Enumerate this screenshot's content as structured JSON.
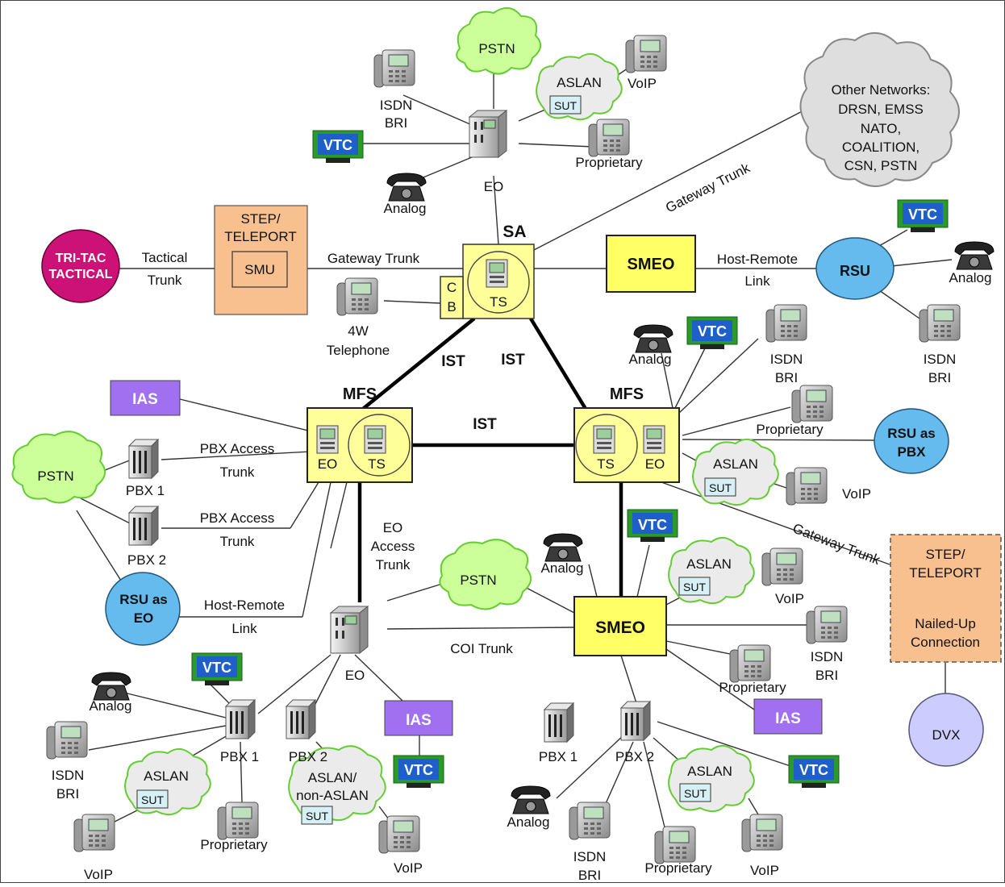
{
  "colors": {
    "cloud": "#ccff99",
    "cloud_stroke": "#66cc33",
    "gray_cloud": "#dedede",
    "yellow_box": "#ffff99",
    "orange_box": "#f9c08f",
    "vtc_screen": "#1f5fc9",
    "vtc_frame": "#2a9a2a",
    "ias": "#a070f0",
    "rsu": "#66bbee",
    "tritac": "#cc1177",
    "dvx": "#ccccff"
  },
  "nodes": {
    "sa_label": "SA",
    "sa_ts": "TS",
    "sa_c": "C",
    "sa_b": "B",
    "top_eo": "EO",
    "top_pstn": "PSTN",
    "top_aslan": "ASLAN",
    "top_sut": "SUT",
    "top_voip": "VoIP",
    "top_isdn1": "ISDN",
    "top_isdn2": "BRI",
    "top_vtc": "VTC",
    "top_analog": "Analog",
    "top_proprietary": "Proprietary",
    "other_networks": [
      "Other Networks:",
      "DRSN, EMSS",
      "NATO,",
      "COALITION,",
      "CSN, PSTN"
    ],
    "gateway_trunk_upper": "Gateway Trunk",
    "smeo_top": "SMEO",
    "host_remote_top1": "Host-Remote",
    "host_remote_top2": "Link",
    "rsu": "RSU",
    "rsu_vtc": "VTC",
    "rsu_analog": "Analog",
    "rsu_isdn1": "ISDN",
    "rsu_isdn2": "BRI",
    "tritac1": "TRI-TAC",
    "tritac2": "TACTICAL",
    "tactical1": "Tactical",
    "tactical2": "Trunk",
    "step_top1": "STEP/",
    "step_top2": "TELEPORT",
    "smu": "SMU",
    "gateway_trunk_left": "Gateway Trunk",
    "tel4w1": "4W",
    "tel4w2": "Telephone",
    "ist_left": "IST",
    "ist_right": "IST",
    "ist_mid": "IST",
    "mfs_left": "MFS",
    "mfs_right": "MFS",
    "mfs_left_eo": "EO",
    "mfs_left_ts": "TS",
    "mfs_right_ts": "TS",
    "mfs_right_eo": "EO",
    "ias_left": "IAS",
    "pstn_left": "PSTN",
    "pbx1_left": "PBX 1",
    "pbx2_left": "PBX 2",
    "pbx_access1a": "PBX Access",
    "pbx_access1b": "Trunk",
    "pbx_access2a": "PBX Access",
    "pbx_access2b": "Trunk",
    "rsu_eo1": "RSU as",
    "rsu_eo2": "EO",
    "host_remote_bot1": "Host-Remote",
    "host_remote_bot2": "Link",
    "eo_access1": "EO",
    "eo_access2": "Access",
    "eo_access3": "Trunk",
    "mr_analog": "Analog",
    "mr_vtc": "VTC",
    "mr_isdn1": "ISDN",
    "mr_isdn2": "BRI",
    "mr_proprietary": "Proprietary",
    "rsu_pbx1": "RSU as",
    "rsu_pbx2": "PBX",
    "mr_aslan": "ASLAN",
    "mr_sut": "SUT",
    "mr_voip": "VoIP",
    "gateway_trunk_lower": "Gateway Trunk",
    "step_bot1": "STEP/",
    "step_bot2": "TELEPORT",
    "nailed1": "Nailed-Up",
    "nailed2": "Connection",
    "dvx": "DVX",
    "mid_pstn": "PSTN",
    "coi_trunk": "COI Trunk",
    "smeo_bot": "SMEO",
    "sb_analog": "Analog",
    "sb_vtc": "VTC",
    "sb_aslan": "ASLAN",
    "sb_sut": "SUT",
    "sb_voip": "VoIP",
    "sb_isdn1": "ISDN",
    "sb_isdn2": "BRI",
    "sb_proprietary": "Proprietary",
    "sb_ias": "IAS",
    "bot_eo": "EO",
    "bl_vtc": "VTC",
    "bl_analog": "Analog",
    "bl_isdn1": "ISDN",
    "bl_isdn2": "BRI",
    "bl_pbx1": "PBX 1",
    "bl_pbx2": "PBX 2",
    "bl_aslan": "ASLAN",
    "bl_sut": "SUT",
    "bl_voip": "VoIP",
    "bl_proprietary": "Proprietary",
    "bl_aslan2a": "ASLAN/",
    "bl_aslan2b": "non-ASLAN",
    "bl_sut2": "SUT",
    "bl_ias": "IAS",
    "bl_vtc2": "VTC",
    "bl_voip2": "VoIP",
    "br_pbx1": "PBX 1",
    "br_pbx2": "PBX 2",
    "br_analog": "Analog",
    "br_isdn1": "ISDN",
    "br_isdn2": "BRI",
    "br_proprietary": "Proprietary",
    "br_aslan": "ASLAN",
    "br_sut": "SUT",
    "br_voip": "VoIP",
    "br_vtc": "VTC"
  }
}
